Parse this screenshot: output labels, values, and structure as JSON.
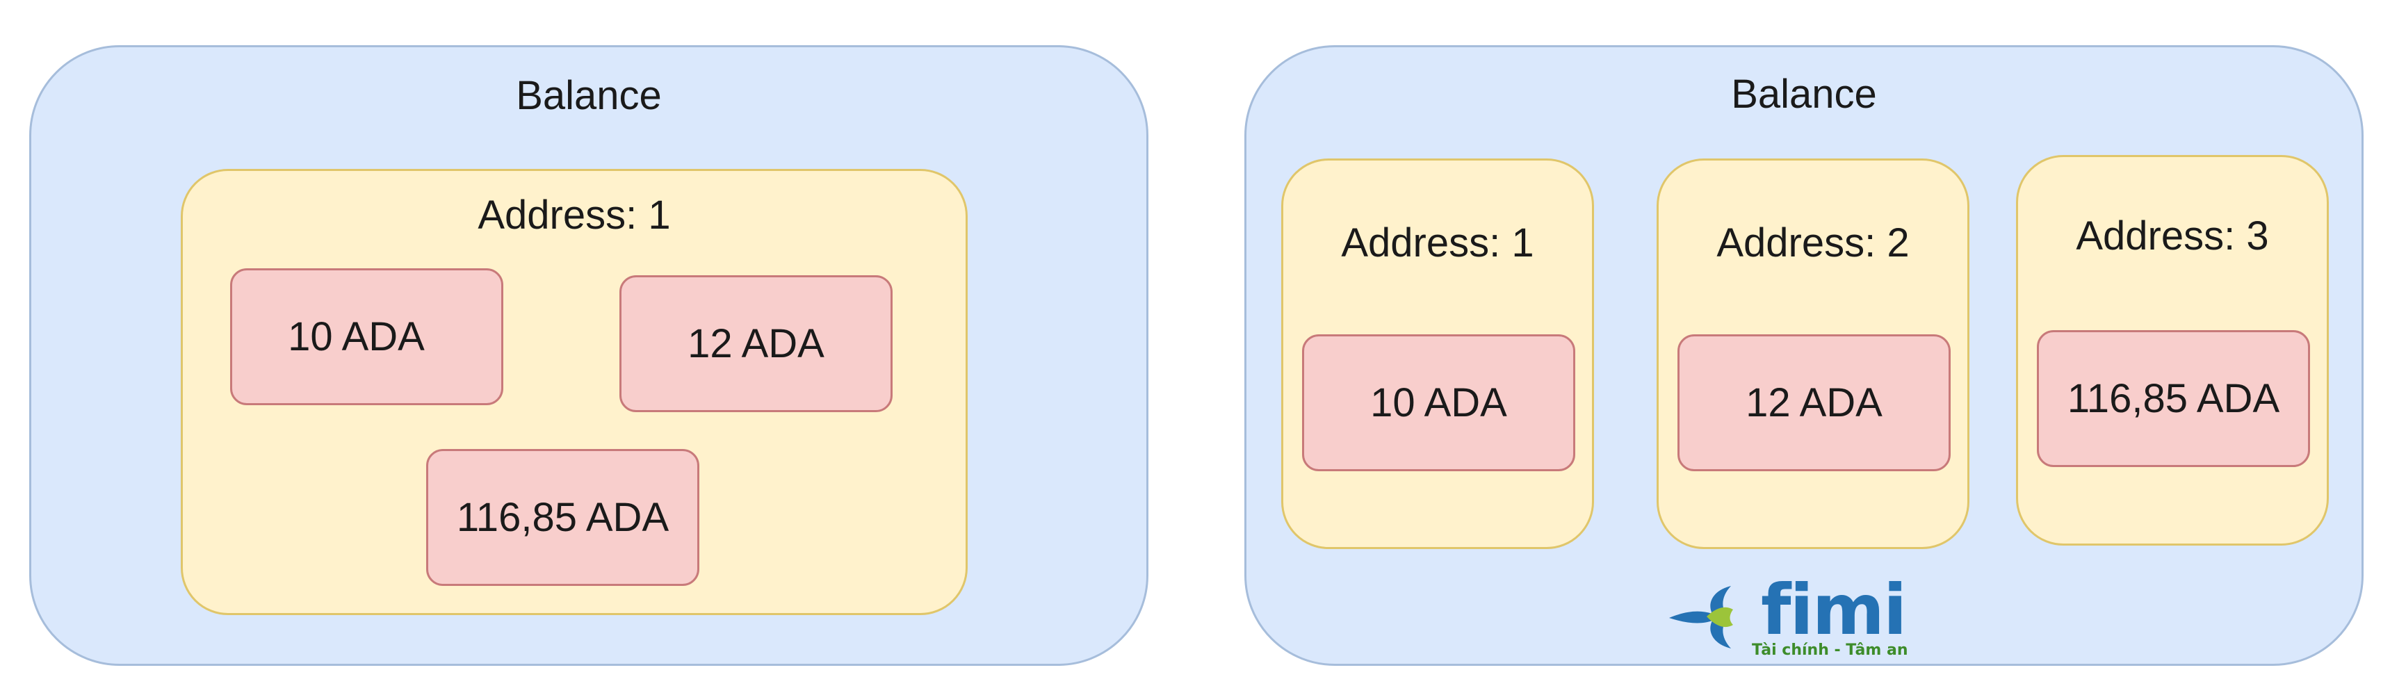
{
  "left_panel": {
    "title": "Balance",
    "address": {
      "label": "Address: 1",
      "utxos": [
        "10 ADA",
        "12 ADA",
        "116,85 ADA"
      ]
    }
  },
  "right_panel": {
    "title": "Balance",
    "addresses": [
      {
        "label": "Address: 1",
        "utxo": "10 ADA"
      },
      {
        "label": "Address: 2",
        "utxo": "12 ADA"
      },
      {
        "label": "Address: 3",
        "utxo": "116,85 ADA"
      }
    ]
  },
  "logo": {
    "word": "fimi",
    "tagline": "Tài chính - Tâm an",
    "icon": "fimi-logo-icon",
    "colors": {
      "blue": "#2572b4",
      "green": "#3d8c2a",
      "lime": "#9cc43a"
    }
  },
  "colors": {
    "balance_fill": "#dae8fc",
    "address_fill": "#fff2cc",
    "utxo_fill": "#f8cecc"
  }
}
